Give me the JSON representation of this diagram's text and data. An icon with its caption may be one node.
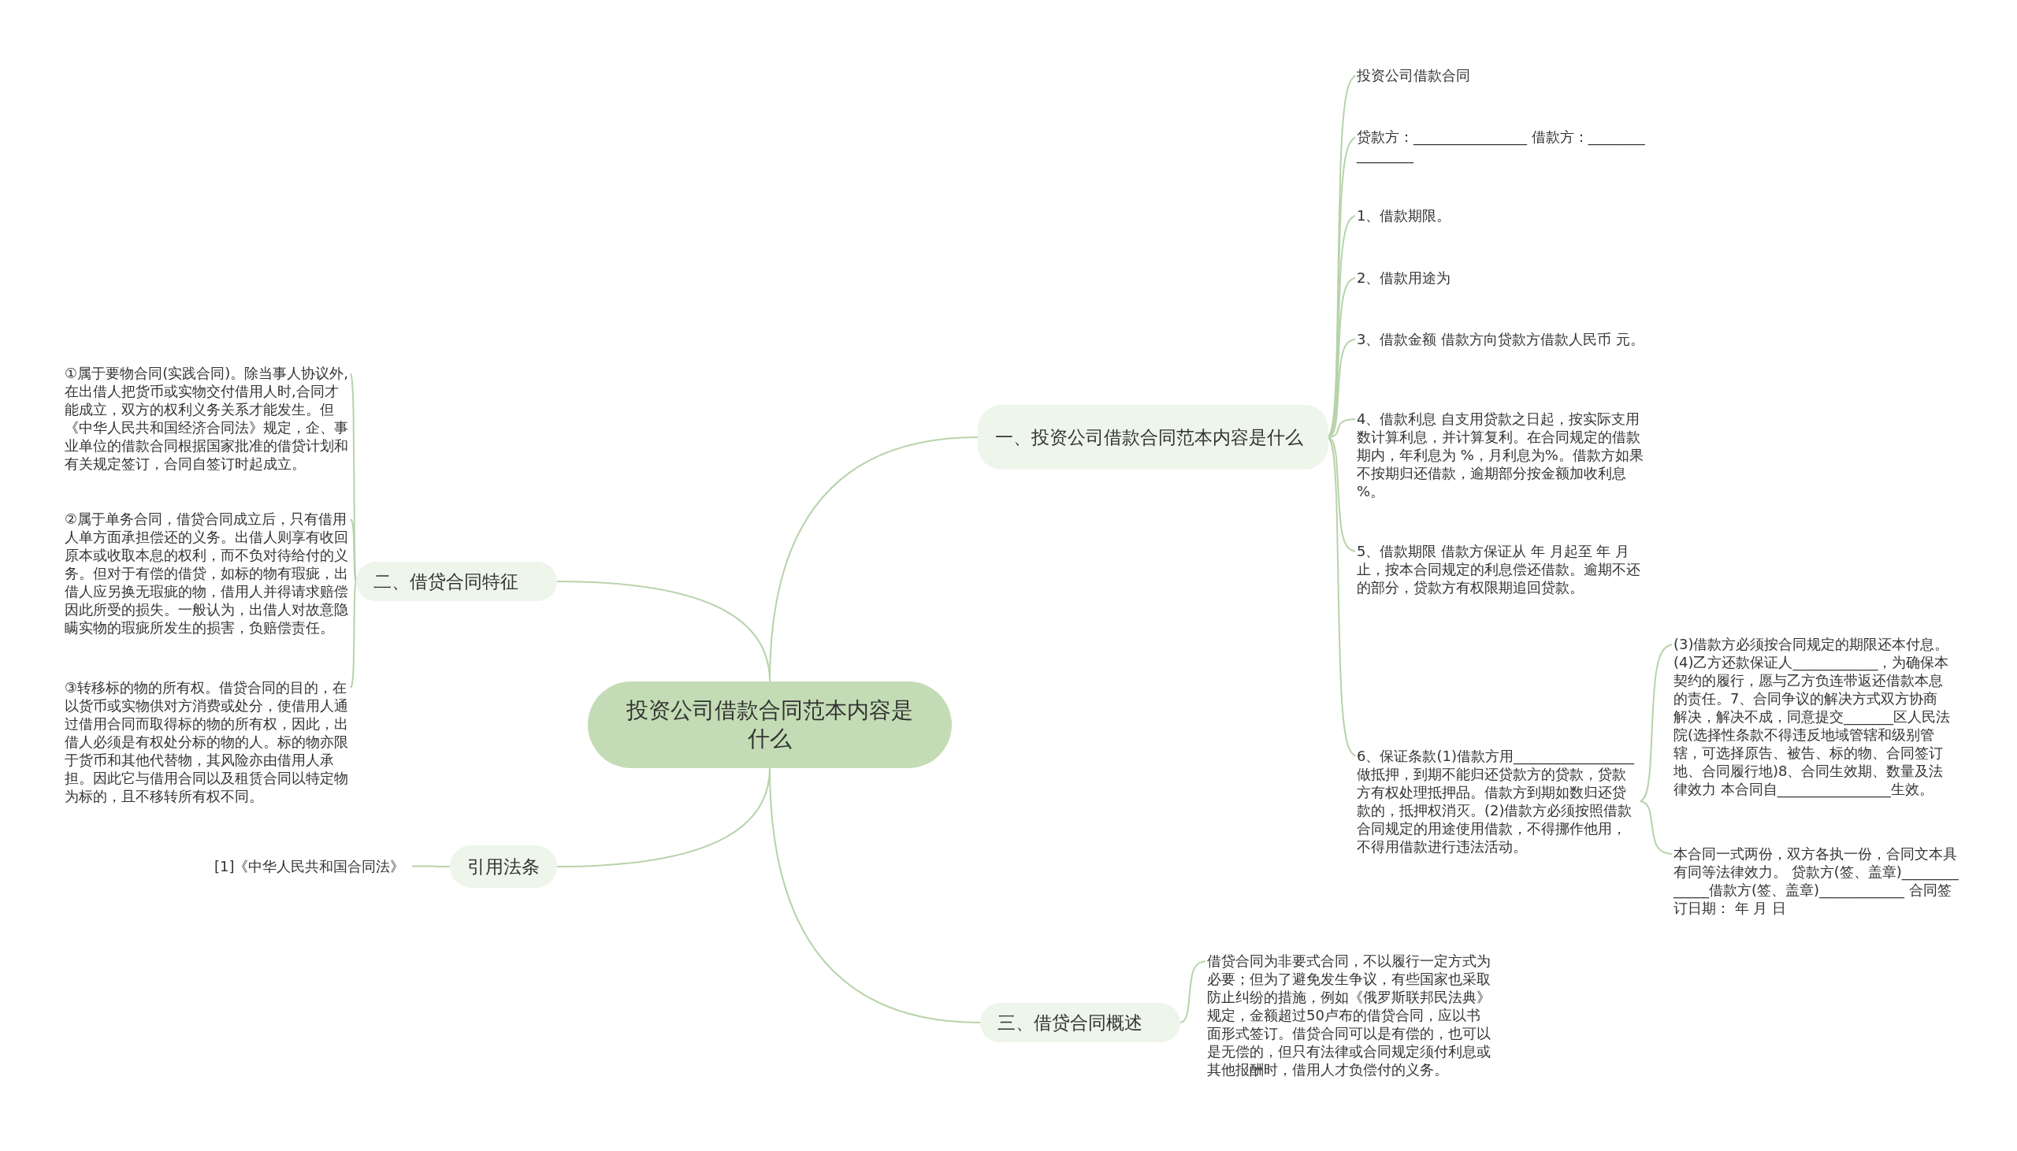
{
  "diagram": {
    "nodes": [
      {
        "text": [
          "投资公司借款合同范本内容是什么"
        ]
      },
      {
        "text": [
          "一、投资公司借款合同范本内容是什么"
        ]
      },
      {
        "text": [
          "投资公司借款合同"
        ]
      },
      {
        "text": [
          "贷款方：________________ 借款方：________________"
        ]
      },
      {
        "text": [
          "1、借款期限。"
        ]
      },
      {
        "text": [
          "2、借款用途为"
        ]
      },
      {
        "text": [
          "3、借款金额 借款方向贷款方借款人民币 元。"
        ]
      },
      {
        "text": [
          "4、借款利息 自支用贷款之日起，按实际支用数计算利息，并计算复利。在合同规定的借款期内，年利息为 %，月利息为%。借款方如果不按期归还借款，逾期部分按金额加收利息 %。"
        ]
      },
      {
        "text": [
          "5、借款期限 借款方保证从 年 月起至 年 月止，按本合同规定的利息偿还借款。逾期不还的部分，贷款方有权限期追回贷款。"
        ]
      },
      {
        "text": [
          "6、保证条款(1)借款方用_________________做抵押，到期不能归还贷款方的贷款，贷款方有权处理抵押品。借款方到期如数归还贷款的，抵押权消灭。(2)借款方必须按照借款合同规定的用途使用借款，不得挪作他用，不得用借款进行违法活动。"
        ]
      },
      {
        "text": [
          "(3)借款方必须按合同规定的期限还本付息。 (4)乙方还款保证人____________，为确保本契约的履行，愿与乙方负连带返还借款本息的责任。7、合同争议的解决方式双方协商解决，解决不成，同意提交_______区人民法院(选择性条款不得违反地域管辖和级别管辖，可选择原告、被告、标的物、合同签订地、合同履行地)8、合同生效期、数量及法律效力 本合同自________________生效。"
        ]
      },
      {
        "text": [
          "本合同一式两份，双方各执一份，合同文本具有同等法律效力。 贷款方(签、盖章)_____________借款方(签、盖章)____________ 合同签订日期： 年 月 日"
        ]
      },
      {
        "text": [
          "二、借贷合同特征"
        ]
      },
      {
        "text": [
          "①属于要物合同(实践合同)。除当事人协议外,在出借人把货币或实物交付借用人时,合同才能成立，双方的权利义务关系才能发生。但《中华人民共和国经济合同法》规定，企、事业单位的借款合同根据国家批准的借贷计划和有关规定签订，合同自签订时起成立。"
        ]
      },
      {
        "text": [
          "②属于单务合同，借贷合同成立后，只有借用人单方面承担偿还的义务。出借人则享有收回原本或收取本息的权利，而不负对待给付的义务。但对于有偿的借贷，如标的物有瑕疵，出借人应另换无瑕疵的物，借用人并得请求赔偿因此所受的损失。一般认为，出借人对故意隐瞒实物的瑕疵所发生的损害，负赔偿责任。"
        ]
      },
      {
        "text": [
          "③转移标的物的所有权。借贷合同的目的，在以货币或实物供对方消费或处分，使借用人通过借用合同而取得标的物的所有权，因此，出借人必须是有权处分标的物的人。标的物亦限于货币和其他代替物，其风险亦由借用人承担。因此它与借用合同以及租赁合同以特定物为标的，且不移转所有权不同。"
        ]
      },
      {
        "text": [
          "引用法条"
        ]
      },
      {
        "text": [
          "[1]《中华人民共和国合同法》"
        ]
      },
      {
        "text": [
          "三、借贷合同概述"
        ]
      },
      {
        "text": [
          "借贷合同为非要式合同，不以履行一定方式为必要；但为了避免发生争议，有些国家也采取防止纠纷的措施，例如《俄罗斯联邦民法典》规定，金额超过50卢布的借贷合同，应以书面形式签订。借贷合同可以是有偿的，也可以是无偿的，但只有法律或合同规定须付利息或其他报酬时，借用人才负偿付的义务。"
        ]
      }
    ],
    "edges": [
      {
        "from": 0,
        "to": 1,
        "arrow": "none"
      },
      {
        "from": 1,
        "to": 2,
        "arrow": "none"
      },
      {
        "from": 1,
        "to": 3,
        "arrow": "none"
      },
      {
        "from": 1,
        "to": 4,
        "arrow": "none"
      },
      {
        "from": 1,
        "to": 5,
        "arrow": "none"
      },
      {
        "from": 1,
        "to": 6,
        "arrow": "none"
      },
      {
        "from": 1,
        "to": 7,
        "arrow": "none"
      },
      {
        "from": 1,
        "to": 8,
        "arrow": "none"
      },
      {
        "from": 1,
        "to": 9,
        "arrow": "none"
      },
      {
        "from": 9,
        "to": 10,
        "arrow": "none"
      },
      {
        "from": 9,
        "to": 11,
        "arrow": "none"
      },
      {
        "from": 0,
        "to": 12,
        "arrow": "none"
      },
      {
        "from": 12,
        "to": 13,
        "arrow": "none"
      },
      {
        "from": 12,
        "to": 14,
        "arrow": "none"
      },
      {
        "from": 12,
        "to": 15,
        "arrow": "none"
      },
      {
        "from": 0,
        "to": 16,
        "arrow": "none"
      },
      {
        "from": 16,
        "to": 17,
        "arrow": "none"
      },
      {
        "from": 0,
        "to": 18,
        "arrow": "none"
      },
      {
        "from": 18,
        "to": 19,
        "arrow": "none"
      }
    ]
  }
}
